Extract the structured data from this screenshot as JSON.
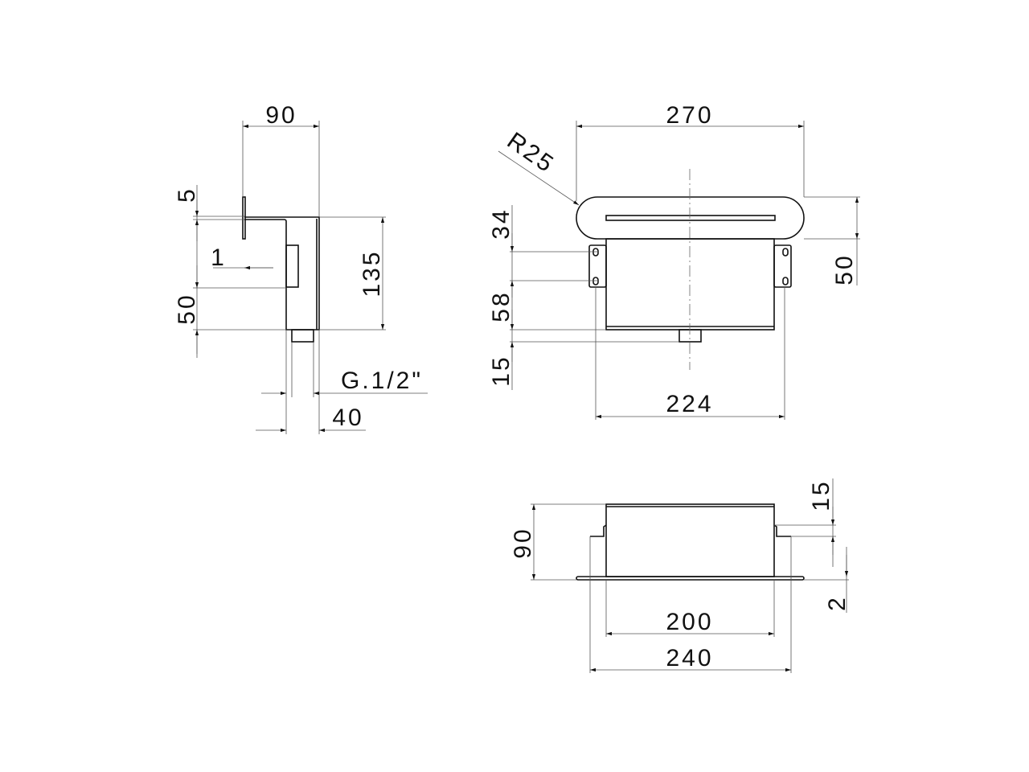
{
  "side_view": {
    "dims": {
      "width": "90",
      "plate": "5",
      "offset": "1",
      "lower": "50",
      "height": "135",
      "thread": "G.1/2\"",
      "depth": "40"
    }
  },
  "front_view": {
    "dims": {
      "width": "270",
      "radius": "R25",
      "head": "50",
      "top": "34",
      "mid": "58",
      "stub": "15",
      "bracket_span": "224"
    }
  },
  "bottom_view": {
    "dims": {
      "height": "90",
      "tab": "15",
      "plate": "2",
      "body_width": "200",
      "flange_width": "240"
    }
  }
}
